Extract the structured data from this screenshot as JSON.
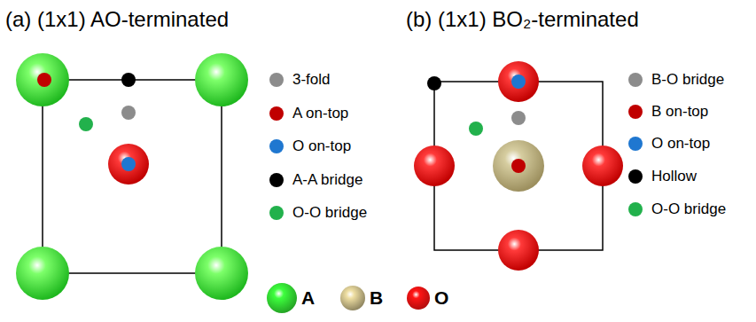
{
  "diagram": {
    "labels": [
      "(a) (1x1) AO-terminated",
      "(b) (1x1) BO₂-terminated"
    ],
    "legend": [
      {
        "text": "3-fold",
        "color": "#8c8c8c"
      },
      {
        "text": "A on-top",
        "color": "#c00000"
      },
      {
        "text": "O on-top",
        "color": "#1f77d0"
      },
      {
        "text": "A-A bridge",
        "color": "#000000"
      },
      {
        "text": "O-O bridge",
        "color": "#22b14c"
      },
      {
        "text": "B-O bridge",
        "color": "#8c8c8c"
      },
      {
        "text": "B on-top",
        "color": "#c00000"
      },
      {
        "text": "O on-top",
        "color": "#1f77d0"
      },
      {
        "text": "Hollow",
        "color": "#000000"
      },
      {
        "text": "O-O bridge",
        "color": "#22b14c"
      },
      {
        "text": "A",
        "color": "#2ecc2e"
      },
      {
        "text": "B",
        "color": "#b3a77a"
      },
      {
        "text": "O",
        "color": "#e01010"
      }
    ]
  }
}
